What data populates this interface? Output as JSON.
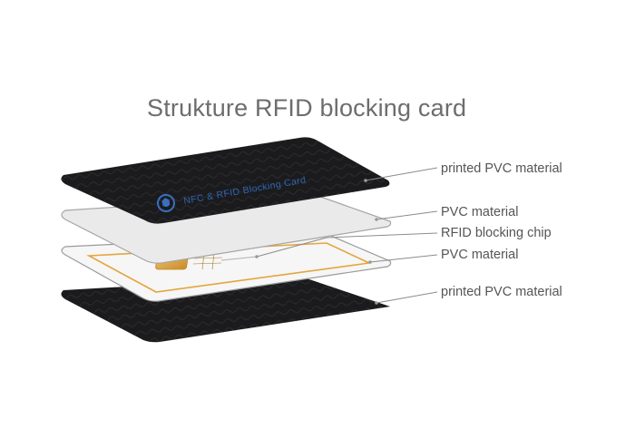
{
  "title": "Strukture RFID blocking card",
  "card_print": "NFC & RFID Blocking Card",
  "layers": [
    {
      "label": "printed PVC material",
      "color": "#1c1c1e"
    },
    {
      "label": "PVC material",
      "color": "#e9e9e9"
    },
    {
      "label": "RFID blocking chip",
      "color": "#d9a24a"
    },
    {
      "label": "PVC material",
      "color": "#f4f4f4"
    },
    {
      "label": "printed PVC material",
      "color": "#1c1c1e"
    }
  ],
  "accent": {
    "brand_blue": "#2f63b0",
    "antenna": "#e0a43a",
    "leader_line": "#8c8c8c"
  }
}
